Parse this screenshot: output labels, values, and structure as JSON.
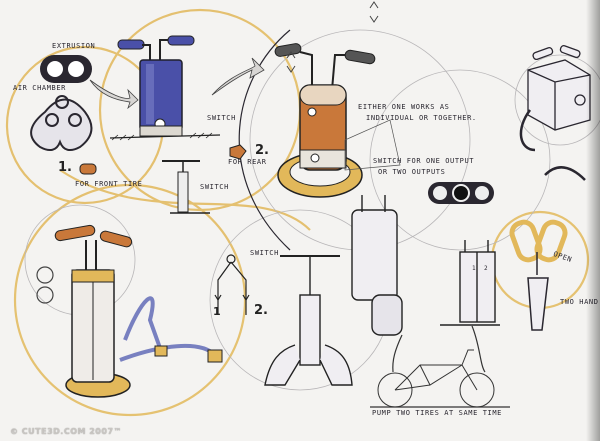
{
  "sketch": {
    "subject": "Bicycle pump concept sketches",
    "colors": {
      "paper": "#f4f3f1",
      "ink": "#2a2730",
      "accent_yellow": "#e2b85a",
      "accent_blue": "#4a50a8",
      "accent_orange": "#c9783a",
      "grey_circle": "#b8b6b8"
    },
    "annotations": {
      "extrusion": "EXTRUSION",
      "air_chamber": "AIR CHAMBER",
      "num_1": "1.",
      "for_front_tire": "FOR FRONT TIRE",
      "switch_blue": "SWITCH",
      "num_2": "2.",
      "for_rear": "FOR REAR",
      "switch_mid": "SWITCH",
      "either_works": "EITHER ONE WORKS AS",
      "individual_or_together": "INDIVIDUAL OR TOGETHER.",
      "switch_outputs_1": "SWITCH FOR ONE OUTPUT",
      "switch_outputs_2": "OR TWO OUTPUTS",
      "switch_fork": "SWITCH",
      "fork_1": "1",
      "fork_2": "2.",
      "open": "OPEN",
      "two_hand": "TWO HAND",
      "pump_two_tires": "PUMP TWO TIRES AT SAME TIME",
      "circle_1": "1",
      "circle_2": "2"
    },
    "watermark": "© CUTE3D.COM 2007™"
  }
}
